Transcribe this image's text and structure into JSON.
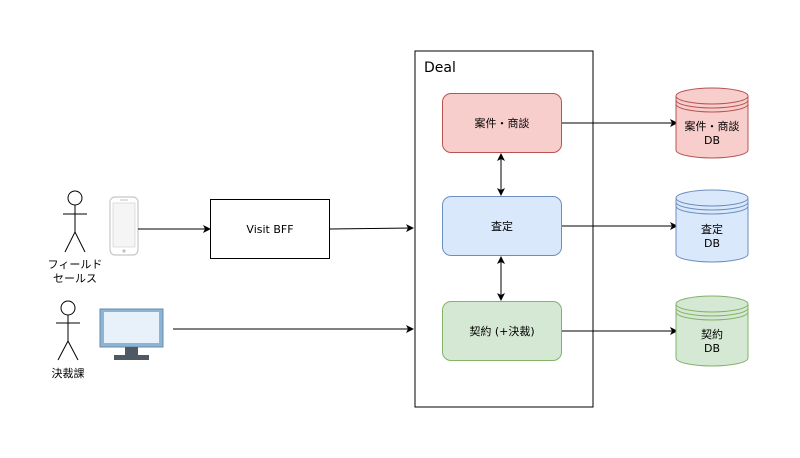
{
  "colors": {
    "red_fill": "#f8cecc",
    "red_stroke": "#b85450",
    "blue_fill": "#dae8fc",
    "blue_stroke": "#6c8ebf",
    "green_fill": "#d5e8d4",
    "green_stroke": "#82b366"
  },
  "actors": {
    "field_sales": "フィールド\nセールス",
    "approval_dept": "決裁課"
  },
  "devices": {
    "smartphone": "smartphone-icon",
    "monitor": "monitor-icon"
  },
  "bff": {
    "label": "Visit BFF"
  },
  "deal": {
    "title": "Deal",
    "services": [
      {
        "label": "案件・商談"
      },
      {
        "label": "査定"
      },
      {
        "label": "契約 (+決裁)"
      }
    ]
  },
  "databases": [
    {
      "label": "案件・商談\nDB"
    },
    {
      "label": "査定\nDB"
    },
    {
      "label": "契約\nDB"
    }
  ]
}
